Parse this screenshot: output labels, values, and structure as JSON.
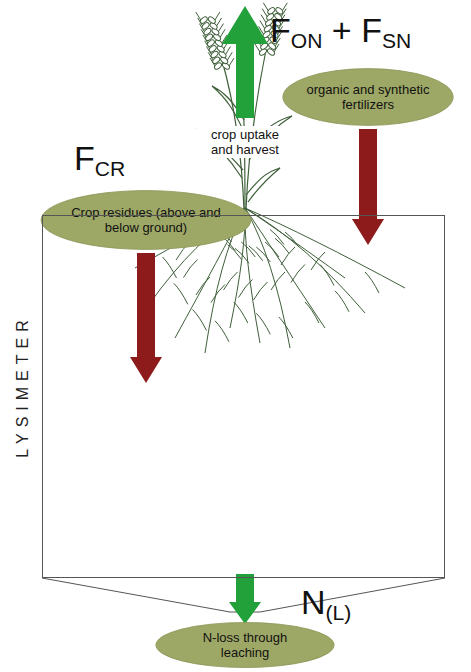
{
  "diagram": {
    "nodes": [
      {
        "text": [
          "FON + FSN",
          "organic and synthetic fertilizers"
        ]
      },
      {
        "text": [
          "FCR",
          "Crop residues (above and below ground)"
        ]
      },
      {
        "text": [
          "LYSIMETER"
        ]
      },
      {
        "text": [
          "N(L)",
          "N-loss through leaching"
        ]
      }
    ],
    "edges": [
      {
        "from": 0,
        "to": 2,
        "arrow": "to"
      },
      {
        "from": 1,
        "to": 2,
        "arrow": "to"
      },
      {
        "from": 2,
        "to": 3,
        "arrow": "to"
      }
    ],
    "labels": [
      "crop uptake and harvest"
    ]
  }
}
